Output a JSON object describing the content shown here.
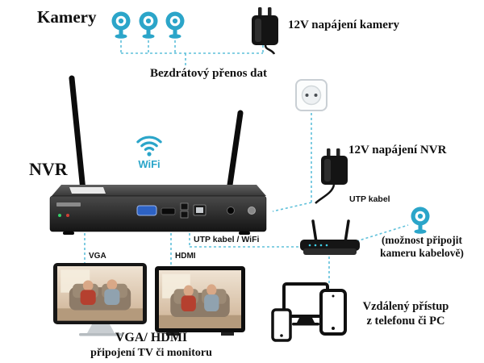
{
  "colors": {
    "accent": "#2ba5c9",
    "line": "#5fc0da",
    "device": "#141414"
  },
  "labels": {
    "kamery": "Kamery",
    "power_camera": "12V napájení kamery",
    "wireless": "Bezdrátový přenos dat",
    "wifi": "WiFi",
    "nvr": "NVR",
    "power_nvr": "12V napájení NVR",
    "utp_kabel": "UTP kabel",
    "optional_line1": "(možnost připojit",
    "optional_line2": "kameru kabelově)",
    "utp_wifi": "UTP kabel / WiFi",
    "vga": "VGA",
    "hdmi": "HDMI",
    "tv_line1": "VGA/ HDMI",
    "tv_line2": "připojení TV či monitoru",
    "remote_line1": "Vzdálený přístup",
    "remote_line2": "z telefonu či PC"
  }
}
